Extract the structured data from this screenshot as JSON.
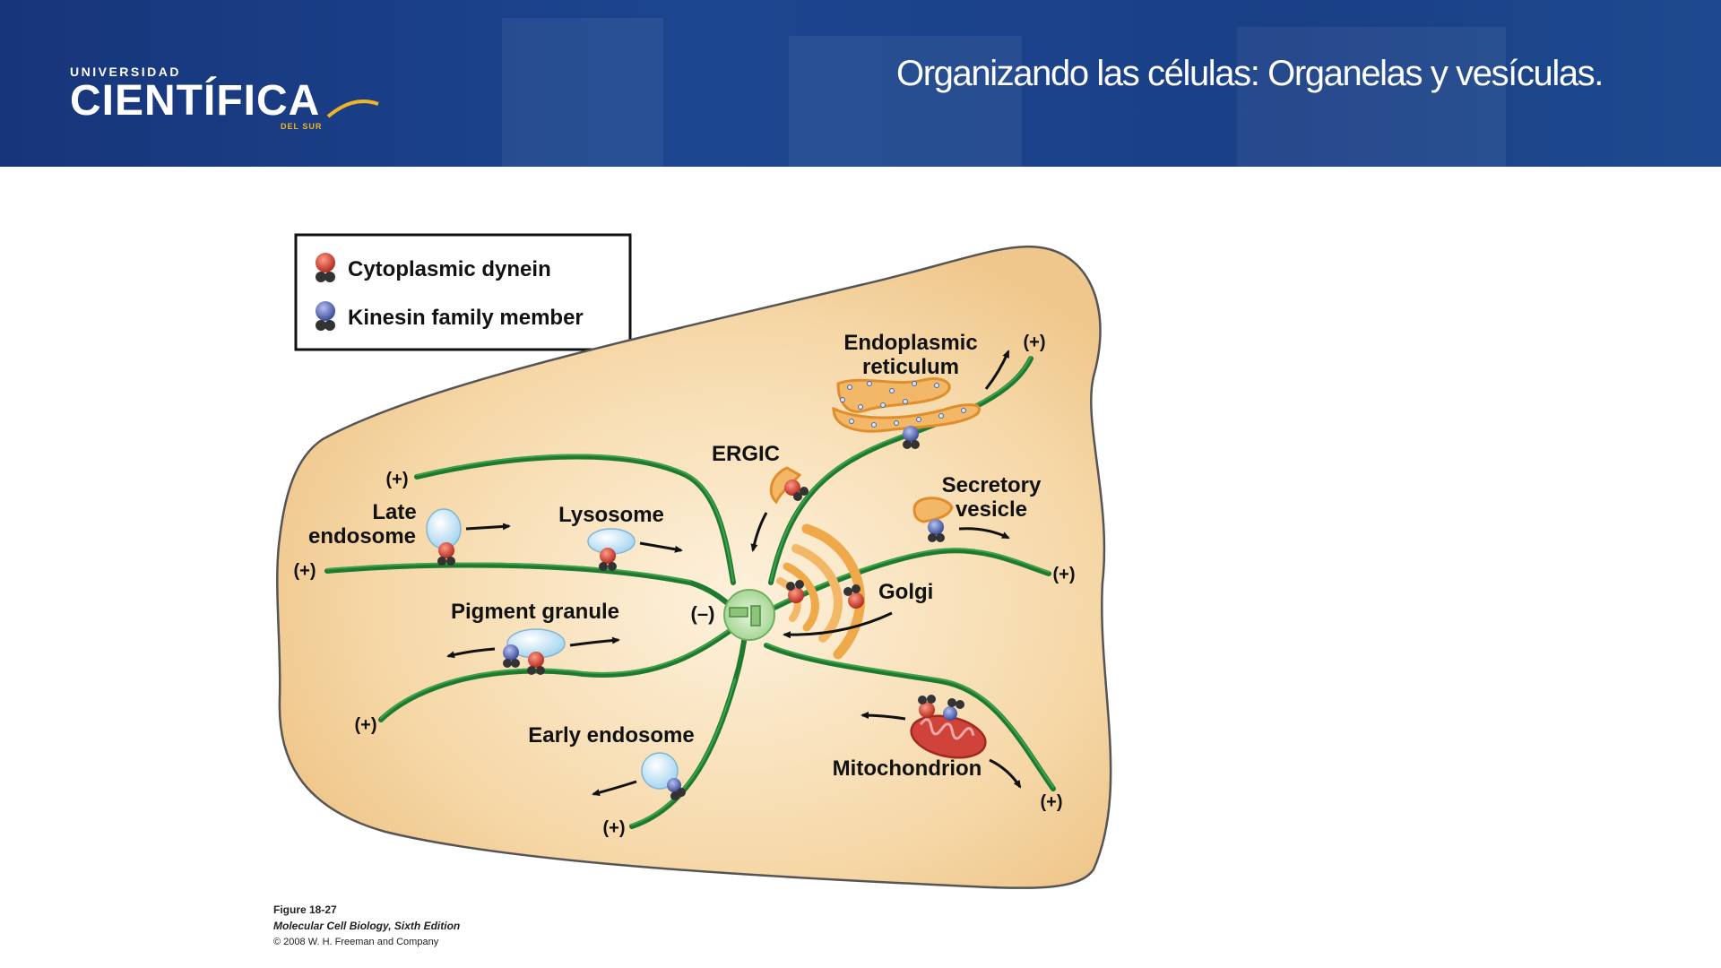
{
  "header": {
    "logo_top": "UNIVERSIDAD",
    "logo_main": "CIENTÍFICA",
    "logo_sub": "DEL SUR",
    "title": "Organizando las células: Organelas y vesículas."
  },
  "legend": {
    "dynein": "Cytoplasmic dynein",
    "kinesin": "Kinesin family member"
  },
  "labels": {
    "er_line1": "Endoplasmic",
    "er_line2": "reticulum",
    "ergic": "ERGIC",
    "secretory_line1": "Secretory",
    "secretory_line2": "vesicle",
    "late_line1": "Late",
    "late_line2": "endosome",
    "lysosome": "Lysosome",
    "pigment": "Pigment granule",
    "golgi": "Golgi",
    "early": "Early endosome",
    "mito": "Mitochondrion",
    "minus": "(–)",
    "plus": "(+)"
  },
  "caption": {
    "figure": "Figure 18-27",
    "book": "Molecular Cell Biology, Sixth Edition",
    "copyright": "© 2008 W. H. Freeman and Company"
  },
  "colors": {
    "header_blue": "#1c4690",
    "cell_fill": "#f6d8a8",
    "microtubule": "#2c8a3a",
    "dynein": "#c0392b",
    "kinesin": "#4a5aa8",
    "vesicle": "#bfe2f5",
    "organelle_orange": "#f0a94a",
    "mitochondrion": "#d0433a"
  }
}
